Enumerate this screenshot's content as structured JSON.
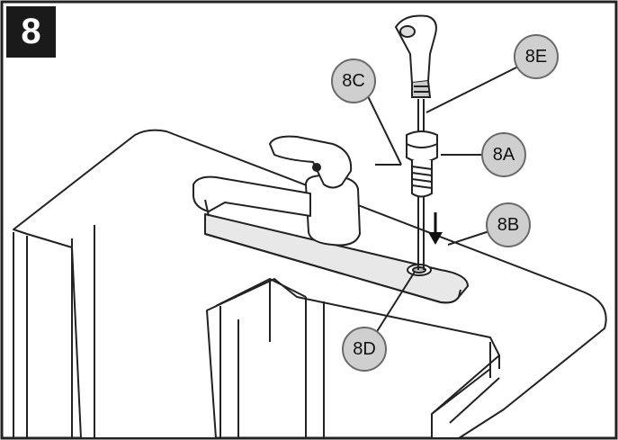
{
  "step": {
    "number": "8"
  },
  "callouts": [
    {
      "id": "8A",
      "label": "8A"
    },
    {
      "id": "8B",
      "label": "8B"
    },
    {
      "id": "8C",
      "label": "8C"
    },
    {
      "id": "8D",
      "label": "8D"
    },
    {
      "id": "8E",
      "label": "8E"
    }
  ],
  "colors": {
    "badge_bg": "#1a1a1a",
    "callout_fill": "#cfcfcf",
    "callout_stroke": "#6a6a6a",
    "line": "#222222"
  }
}
